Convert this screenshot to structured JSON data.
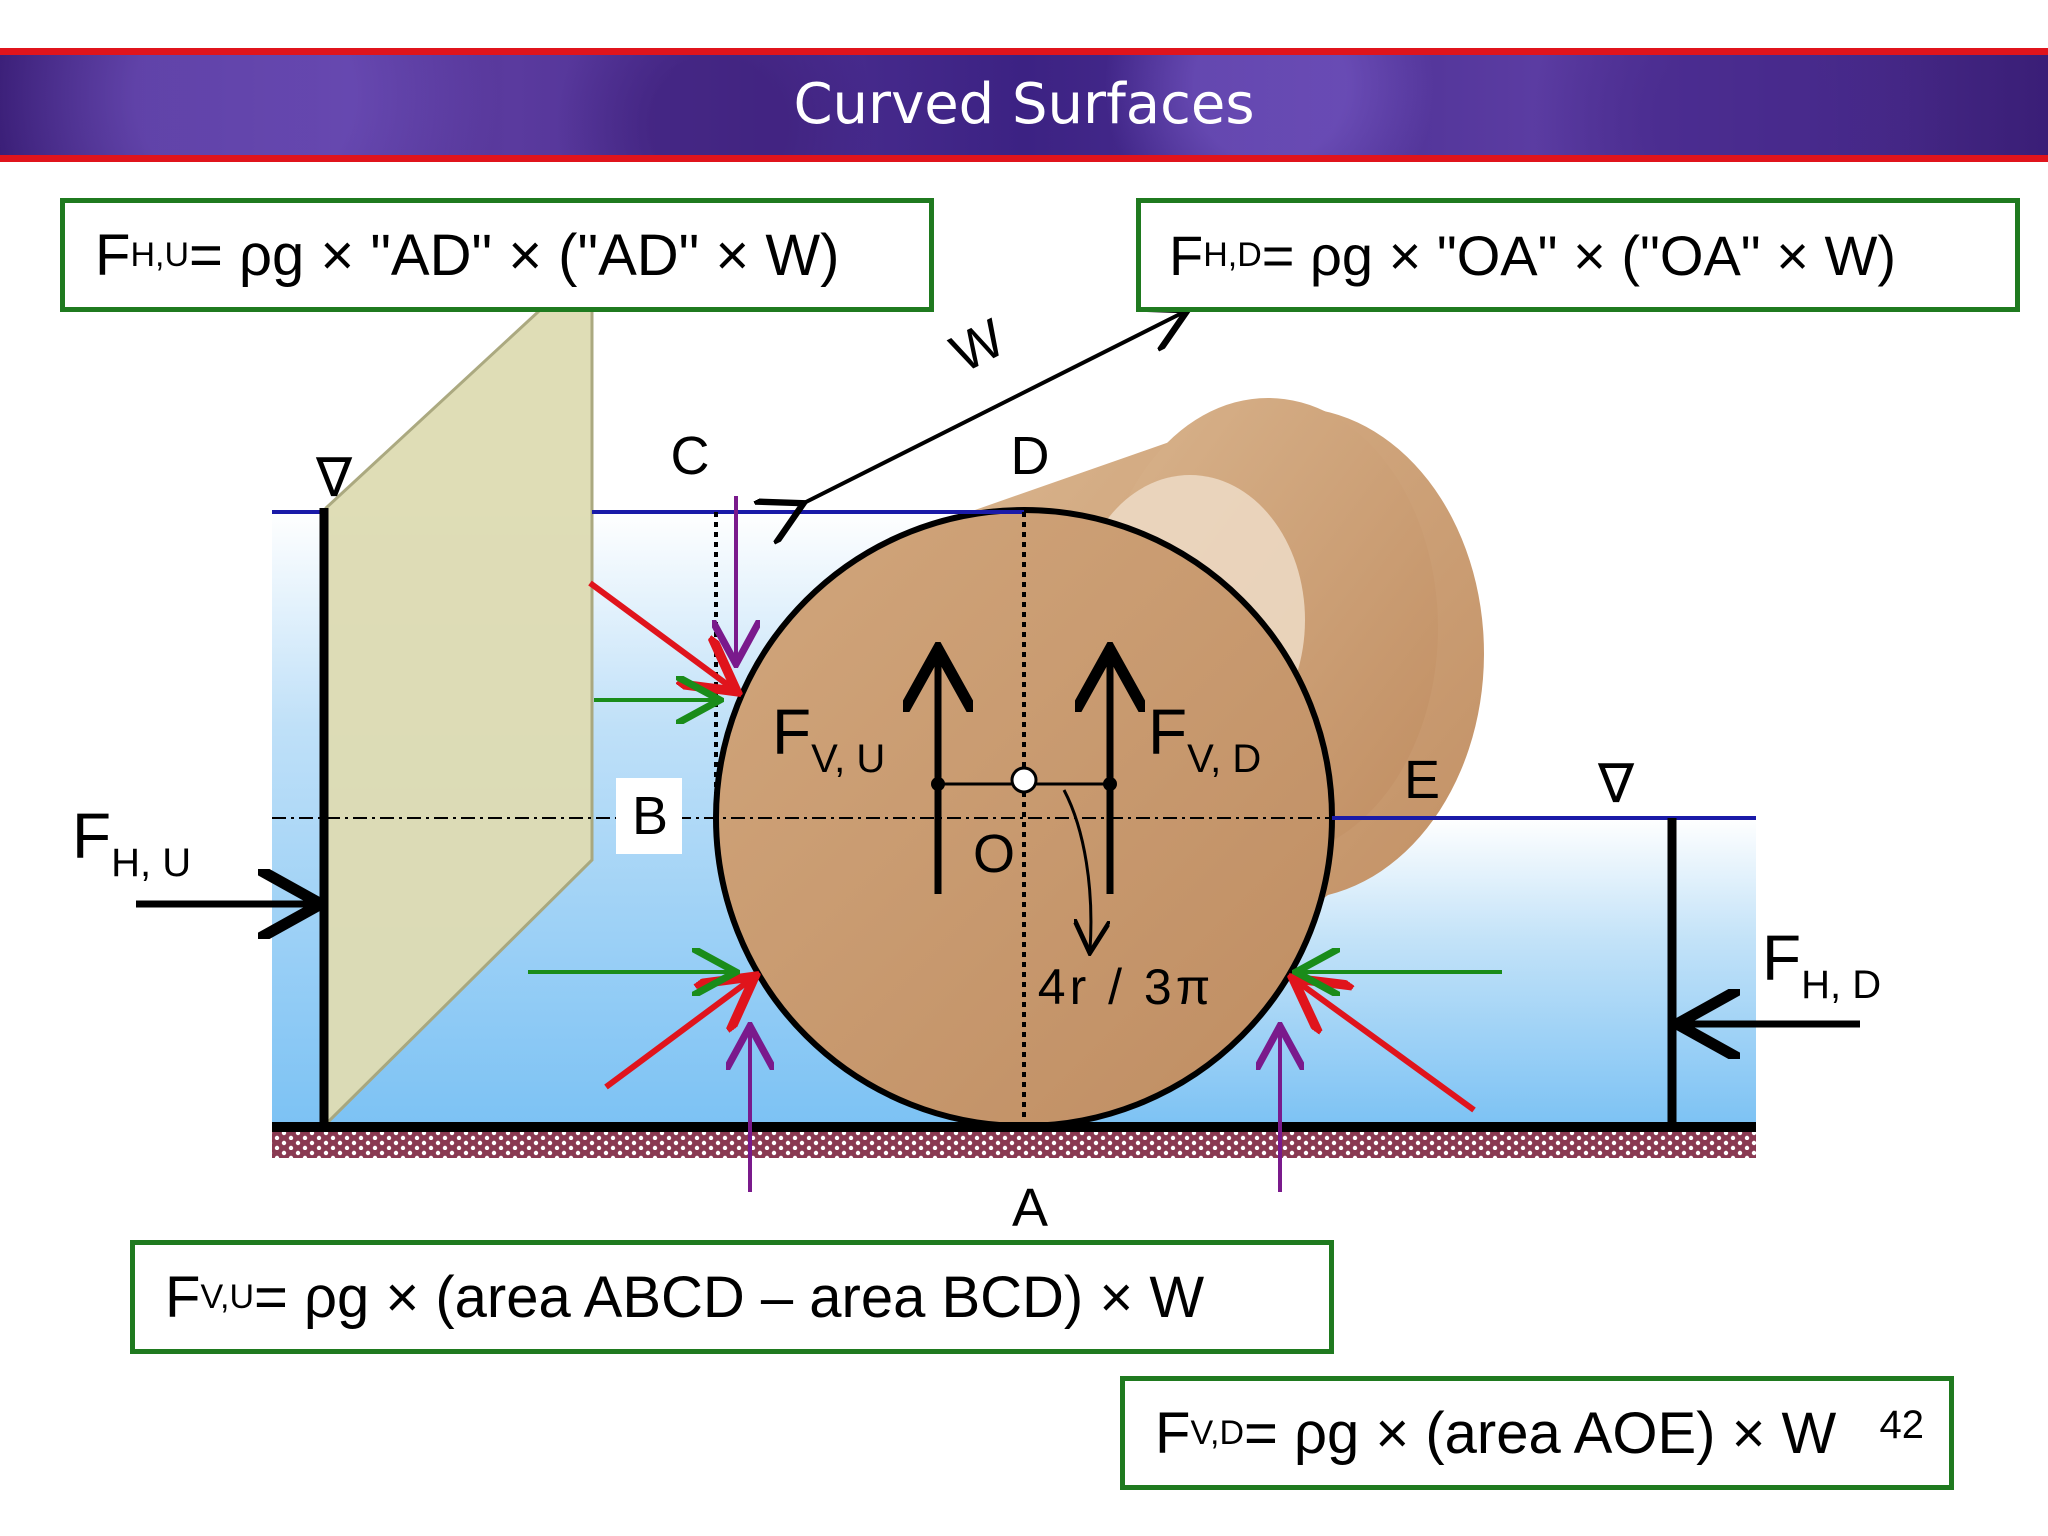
{
  "slide": {
    "title": "Curved Surfaces",
    "page_number": "42"
  },
  "equations": {
    "fhu": {
      "lhs": "F",
      "sub": "H,U",
      "rhs": " = ρg × \"AD\" × (\"AD\" × W)"
    },
    "fhd": {
      "lhs": "F",
      "sub": "H,D",
      "rhs": " = ρg × \"OA\" × (\"OA\" × W)"
    },
    "fvu": {
      "lhs": "F",
      "sub": "V,U",
      "rhs": " = ρg × (area ABCD – area BCD) × W"
    },
    "fvd": {
      "lhs": "F",
      "sub": "V,D",
      "rhs": " = ρg × (area AOE) × W"
    }
  },
  "diagram": {
    "points": {
      "A": "A",
      "B": "B",
      "C": "C",
      "D": "D",
      "E": "E",
      "O": "O"
    },
    "width_label": "W",
    "centroid_label": "4r / 3π",
    "forces": {
      "fhu": {
        "main": "F",
        "sub": "H, U"
      },
      "fhd": {
        "main": "F",
        "sub": "H, D"
      },
      "fvu": {
        "main": "F",
        "sub": "V, U"
      },
      "fvd": {
        "main": "F",
        "sub": "V, D"
      }
    },
    "free_surface_symbol": "∇",
    "colors": {
      "water": "#8fc8f2",
      "cylinder": "#c89b72",
      "gate": "#dedcb4",
      "pressure_arrow": "#e0141c",
      "horizontal_arrow": "#1a8c1a",
      "vertical_arrow": "#7a1a8c",
      "surface_line": "#1a1aa8",
      "box_border": "#1f7a1f"
    }
  }
}
